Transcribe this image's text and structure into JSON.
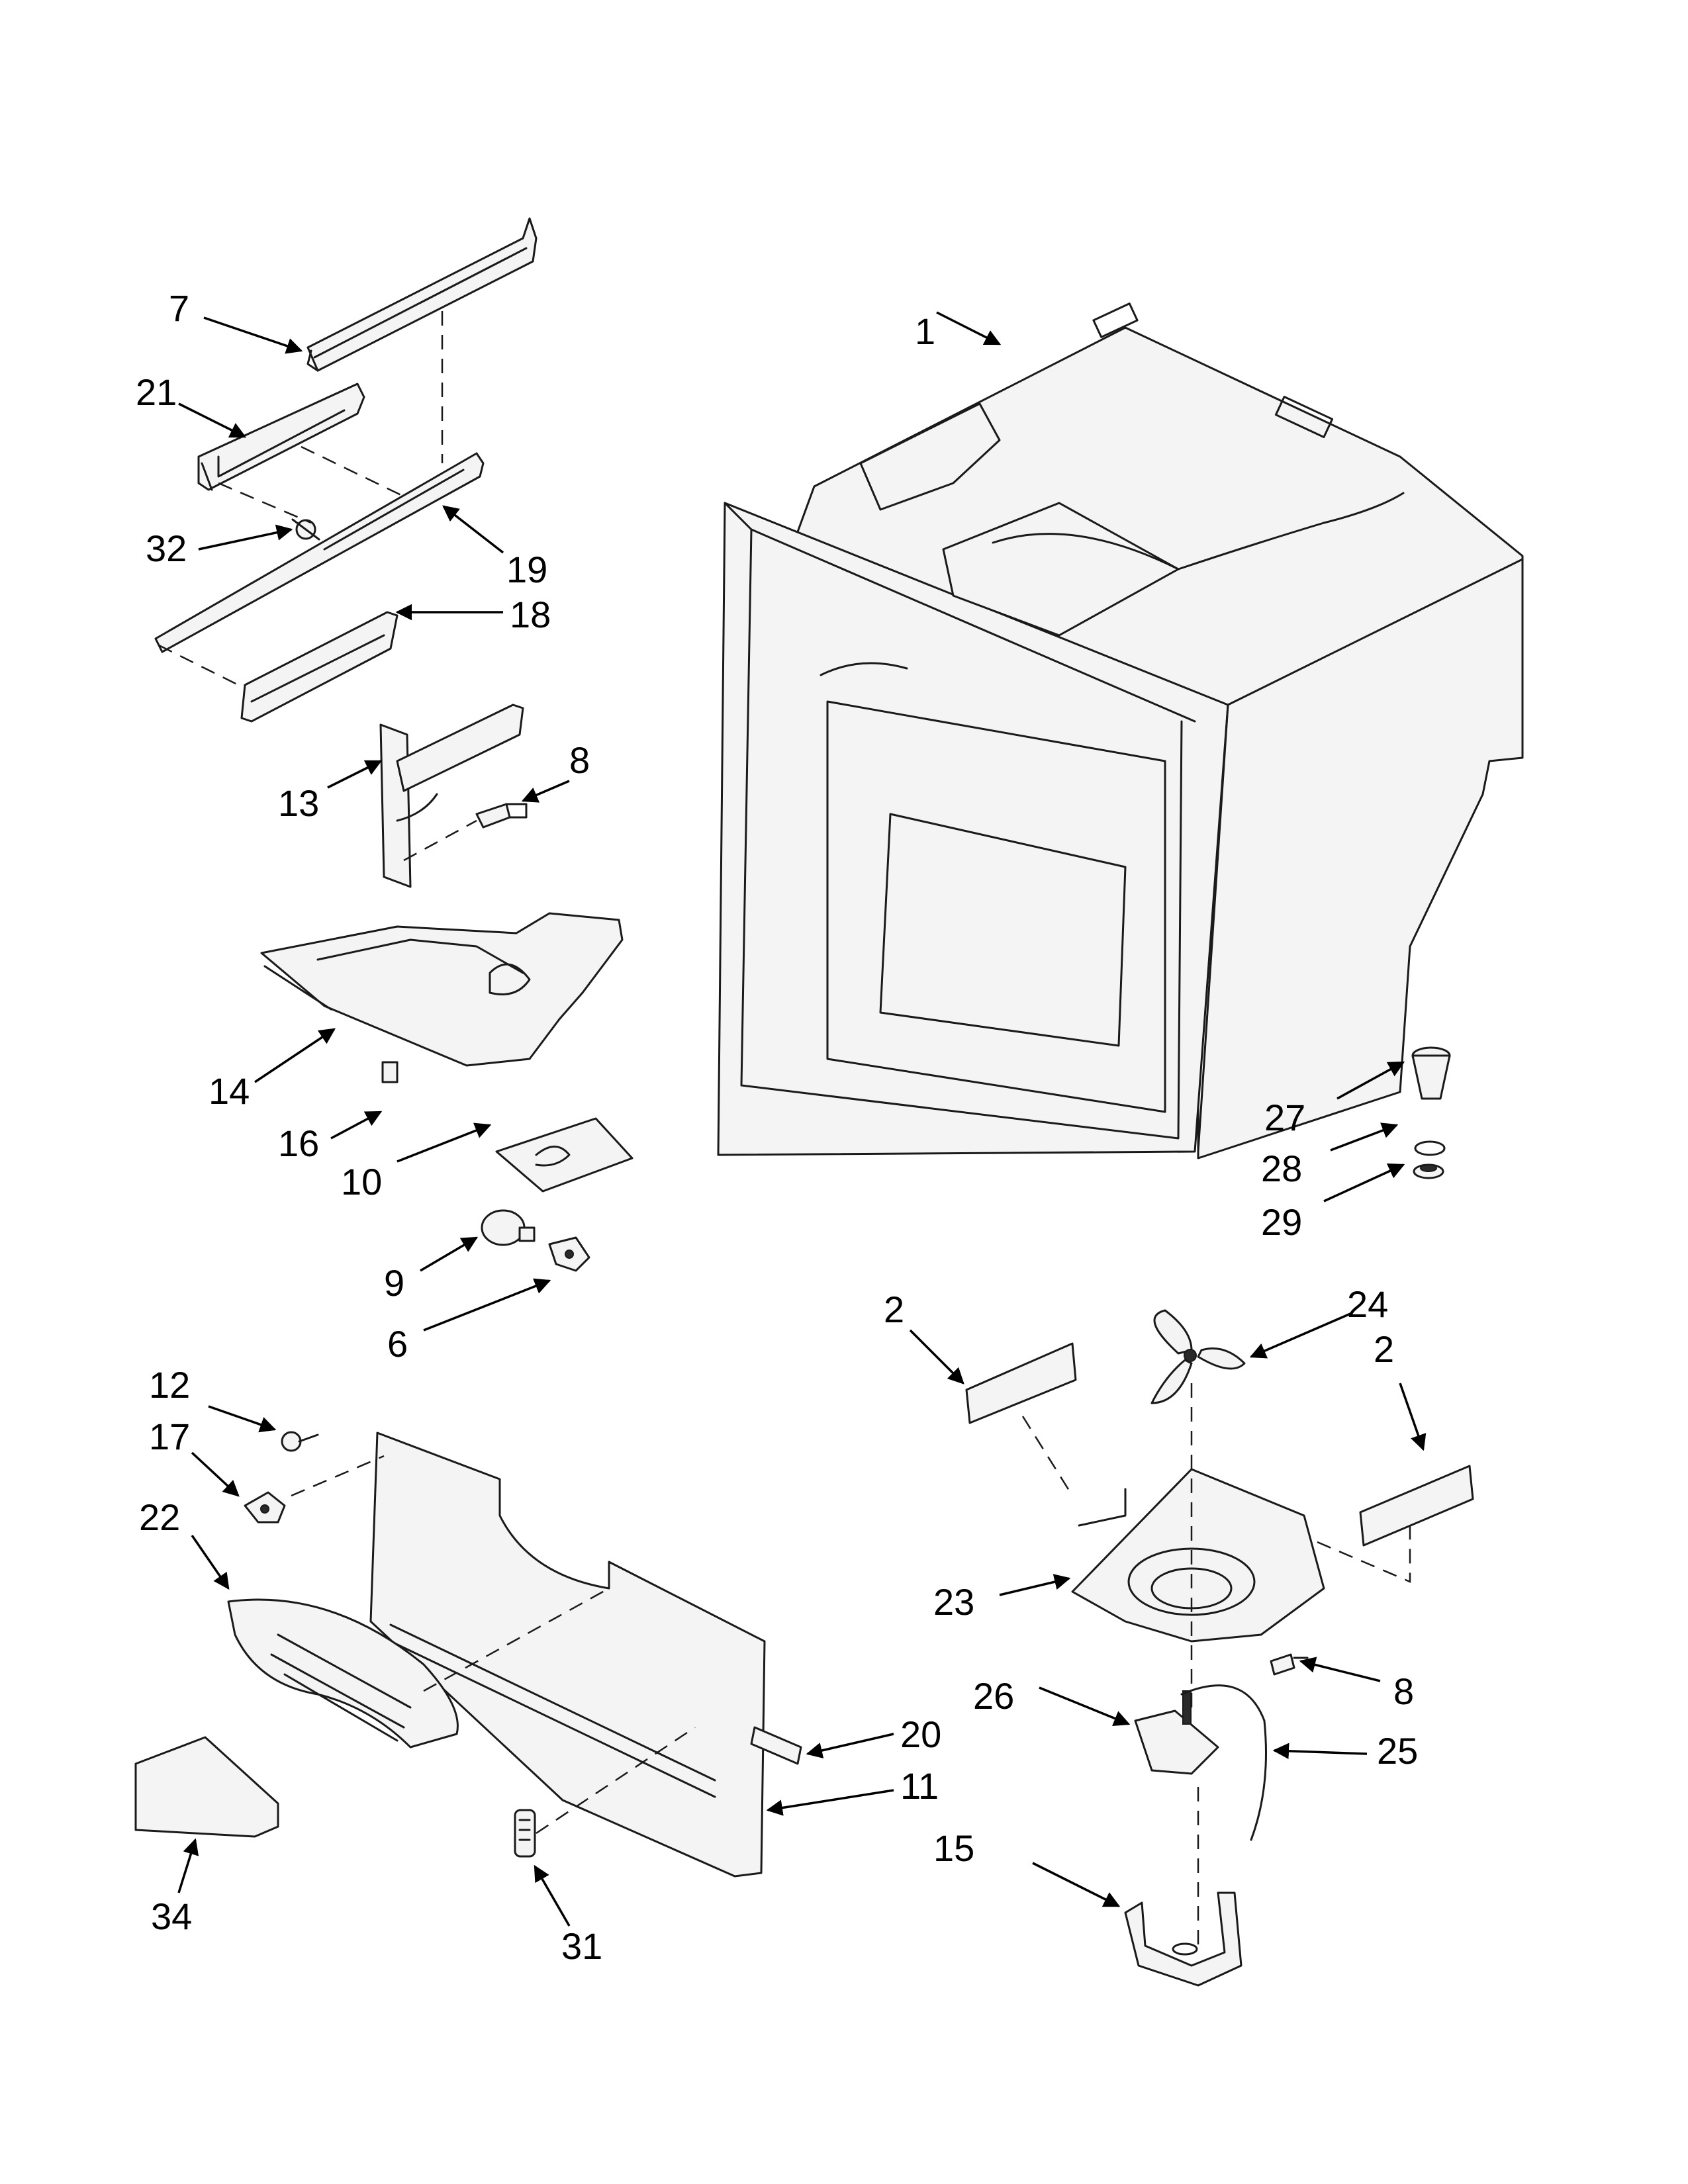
{
  "diagram": {
    "callouts": [
      {
        "id": "c7",
        "label": "7"
      },
      {
        "id": "c21",
        "label": "21"
      },
      {
        "id": "c32",
        "label": "32"
      },
      {
        "id": "c19",
        "label": "19"
      },
      {
        "id": "c18",
        "label": "18"
      },
      {
        "id": "c13",
        "label": "13"
      },
      {
        "id": "c8a",
        "label": "8"
      },
      {
        "id": "c14",
        "label": "14"
      },
      {
        "id": "c16",
        "label": "16"
      },
      {
        "id": "c10",
        "label": "10"
      },
      {
        "id": "c9",
        "label": "9"
      },
      {
        "id": "c6",
        "label": "6"
      },
      {
        "id": "c1",
        "label": "1"
      },
      {
        "id": "c27",
        "label": "27"
      },
      {
        "id": "c28",
        "label": "28"
      },
      {
        "id": "c29",
        "label": "29"
      },
      {
        "id": "c2a",
        "label": "2"
      },
      {
        "id": "c24",
        "label": "24"
      },
      {
        "id": "c2b",
        "label": "2"
      },
      {
        "id": "c12",
        "label": "12"
      },
      {
        "id": "c17",
        "label": "17"
      },
      {
        "id": "c22",
        "label": "22"
      },
      {
        "id": "c23",
        "label": "23"
      },
      {
        "id": "c8b",
        "label": "8"
      },
      {
        "id": "c26",
        "label": "26"
      },
      {
        "id": "c25",
        "label": "25"
      },
      {
        "id": "c20",
        "label": "20"
      },
      {
        "id": "c11",
        "label": "11"
      },
      {
        "id": "c15",
        "label": "15"
      },
      {
        "id": "c34",
        "label": "34"
      },
      {
        "id": "c31",
        "label": "31"
      }
    ]
  }
}
